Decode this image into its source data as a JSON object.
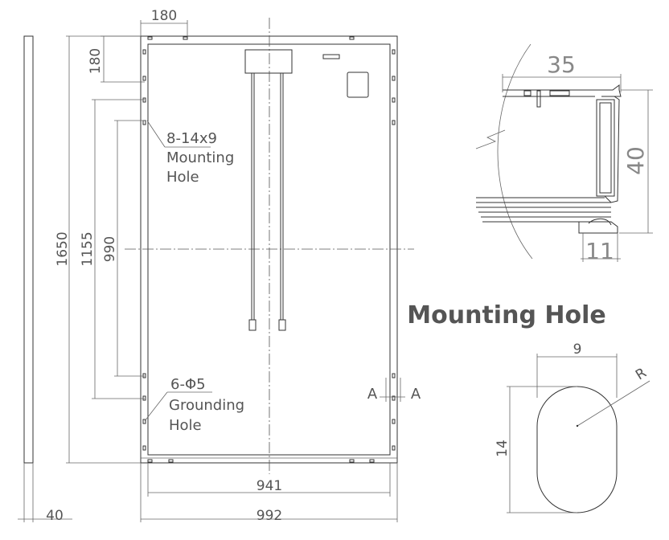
{
  "front_view": {
    "dim_top_offset": "180",
    "dim_side_offset": "180",
    "dim_height": "1650",
    "dim_mount_pitch_outer": "1155",
    "dim_mount_pitch_inner": "990",
    "dim_inner_width": "941",
    "dim_outer_width": "992",
    "dim_thickness": "40",
    "mounting_hole_spec": "8-14x9",
    "mounting_hole_text_1": "Mounting",
    "mounting_hole_text_2": "Hole",
    "grounding_hole_spec": "6-Φ5",
    "grounding_hole_text_1": "Grounding",
    "grounding_hole_text_2": "Hole",
    "section_mark_left": "A",
    "section_mark_right": "A"
  },
  "section_view": {
    "dim_width": "35",
    "dim_height": "40",
    "dim_lip": "11"
  },
  "mounting_hole_detail": {
    "title": "Mounting Hole",
    "dim_width": "9",
    "dim_height": "14",
    "radius_label": "R"
  }
}
